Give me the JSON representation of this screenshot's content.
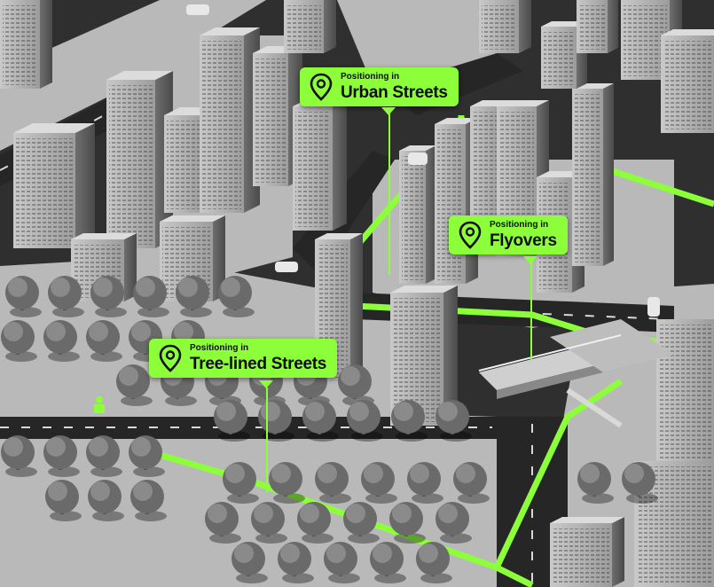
{
  "scene": {
    "accent_color": "#8cff3a",
    "ground_color": "#2e2e2e",
    "building_color": "#9a9a9a",
    "tree_color": "#6f6f6f",
    "subject": "aerial-city-block-3d-render",
    "icon": "location-pin-icon"
  },
  "callouts": [
    {
      "id": "urban",
      "subtitle": "Positioning in",
      "title": "Urban Streets"
    },
    {
      "id": "flyovers",
      "subtitle": "Positioning in",
      "title": "Flyovers"
    },
    {
      "id": "tree",
      "subtitle": "Positioning in",
      "title": "Tree-lined Streets"
    }
  ]
}
